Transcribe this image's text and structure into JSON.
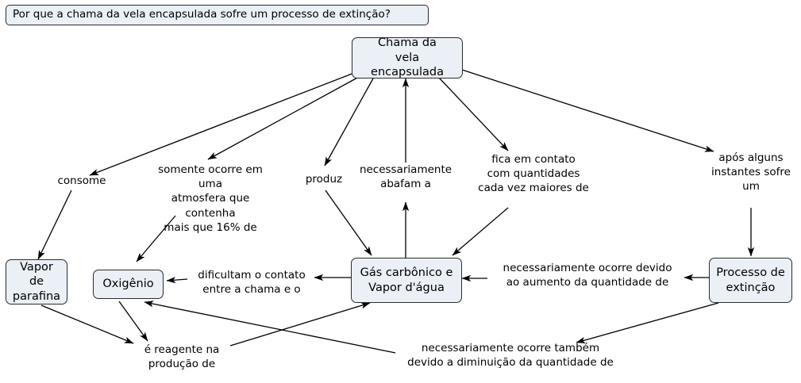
{
  "question": {
    "text": "Por que a chama da vela encapsulada sofre um processo de extinção?"
  },
  "nodes": [
    {
      "id": "chama",
      "label": "Chama da\nvela encapsulada"
    },
    {
      "id": "vapor_parafina",
      "label": "Vapor de\nparafina"
    },
    {
      "id": "oxigenio",
      "label": "Oxigênio"
    },
    {
      "id": "gas_vapor",
      "label": "Gás carbônico e\nVapor d'água"
    },
    {
      "id": "processo",
      "label": "Processo de\nextinção"
    }
  ],
  "link_labels": [
    {
      "id": "consome",
      "text": "consome"
    },
    {
      "id": "somente-ocorre",
      "text": "somente ocorre em uma\natmosfera que contenha\nmais que 16% de"
    },
    {
      "id": "produz",
      "text": "produz"
    },
    {
      "id": "necessariamente-abafam",
      "text": "necessariamente\nabafam a"
    },
    {
      "id": "fica-em-contato",
      "text": "fica em contato\ncom quantidades\ncada vez maiores de"
    },
    {
      "id": "apos-alguns-instantes",
      "text": "após alguns\ninstantes sofre\num"
    },
    {
      "id": "dificultam-contato",
      "text": "dificultam o contato\nentre a chama e o"
    },
    {
      "id": "necessariamente-aumento",
      "text": "necessariamente ocorre devido\nao aumento da quantidade de"
    },
    {
      "id": "e-reagente",
      "text": "é reagente na\nprodução de"
    },
    {
      "id": "necessariamente-diminuicao",
      "text": "necessariamente ocorre também\ndevido a diminuição da quantidade de"
    }
  ],
  "colors": {
    "node_fill": "#eaf0f6",
    "node_border": "#2b2b2b",
    "edge": "#000000",
    "background": "#ffffff"
  }
}
